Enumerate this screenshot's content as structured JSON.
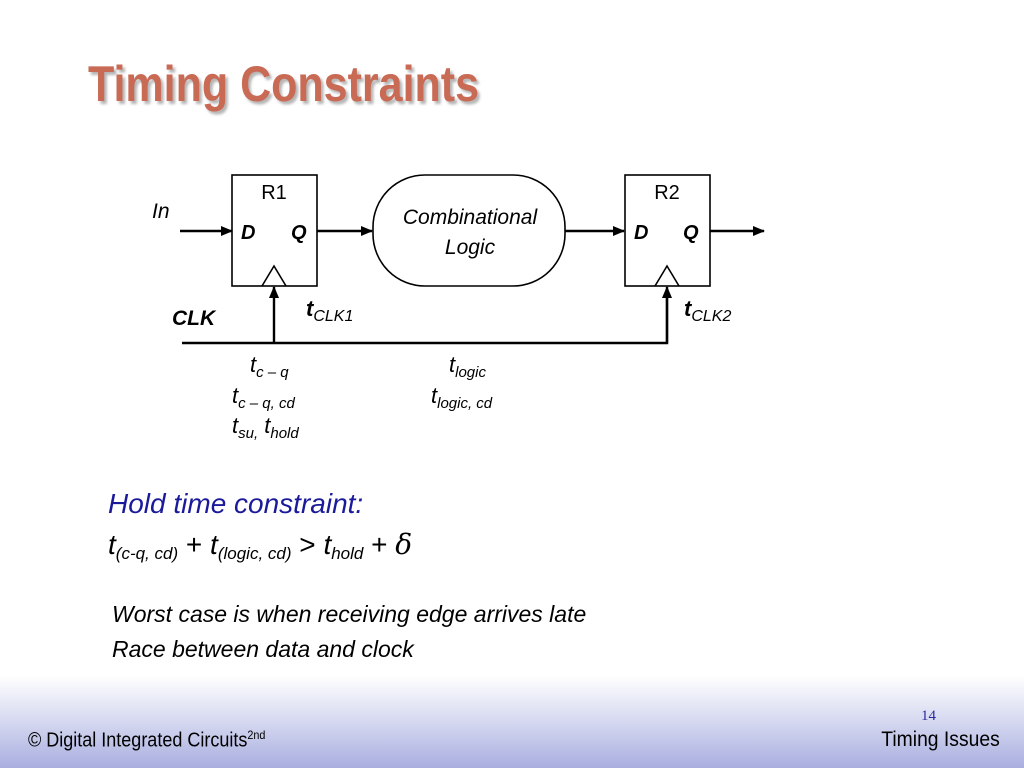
{
  "slide": {
    "title": "Timing Constraints",
    "hold_heading": "Hold time constraint:",
    "formula": {
      "t1": "t",
      "t1_sub": "(c-q, cd)",
      "plus1": " + ",
      "t2": "t",
      "t2_sub": "(logic, cd)",
      "gt": " > ",
      "t3": "t",
      "t3_sub": "hold",
      "plus2": " + ",
      "delta": "δ"
    },
    "notes": [
      "Worst case is when receiving edge arrives late",
      "Race between data and clock"
    ]
  },
  "diagram": {
    "r1_label": "R1",
    "r2_label": "R2",
    "d_label": "D",
    "q_label": "Q",
    "in_label": "In",
    "clk_label": "CLK",
    "comb_line1": "Combinational",
    "comb_line2": "Logic",
    "tclk1": {
      "t": "t",
      "sub": "CLK1"
    },
    "tclk2": {
      "t": "t",
      "sub": "CLK2"
    },
    "r1_params": [
      {
        "t": "t",
        "sub": "c – q",
        "extra": "",
        "extra_sub": ""
      },
      {
        "t": "t",
        "sub": "c – q, cd",
        "extra": "",
        "extra_sub": ""
      },
      {
        "t": "t",
        "sub": "su,",
        "extra": " t",
        "extra_sub": "hold"
      }
    ],
    "logic_params": [
      {
        "t": "t",
        "sub": "logic"
      },
      {
        "t": "t",
        "sub": "logic, cd"
      }
    ]
  },
  "footer": {
    "left": "© Digital Integrated Circuits",
    "left_sup": "2nd",
    "right": "Timing Issues",
    "page": "14"
  },
  "colors": {
    "title": "#c96a55",
    "heading": "#1a1a9a",
    "footer_gradient_end": "#a9aee0"
  }
}
